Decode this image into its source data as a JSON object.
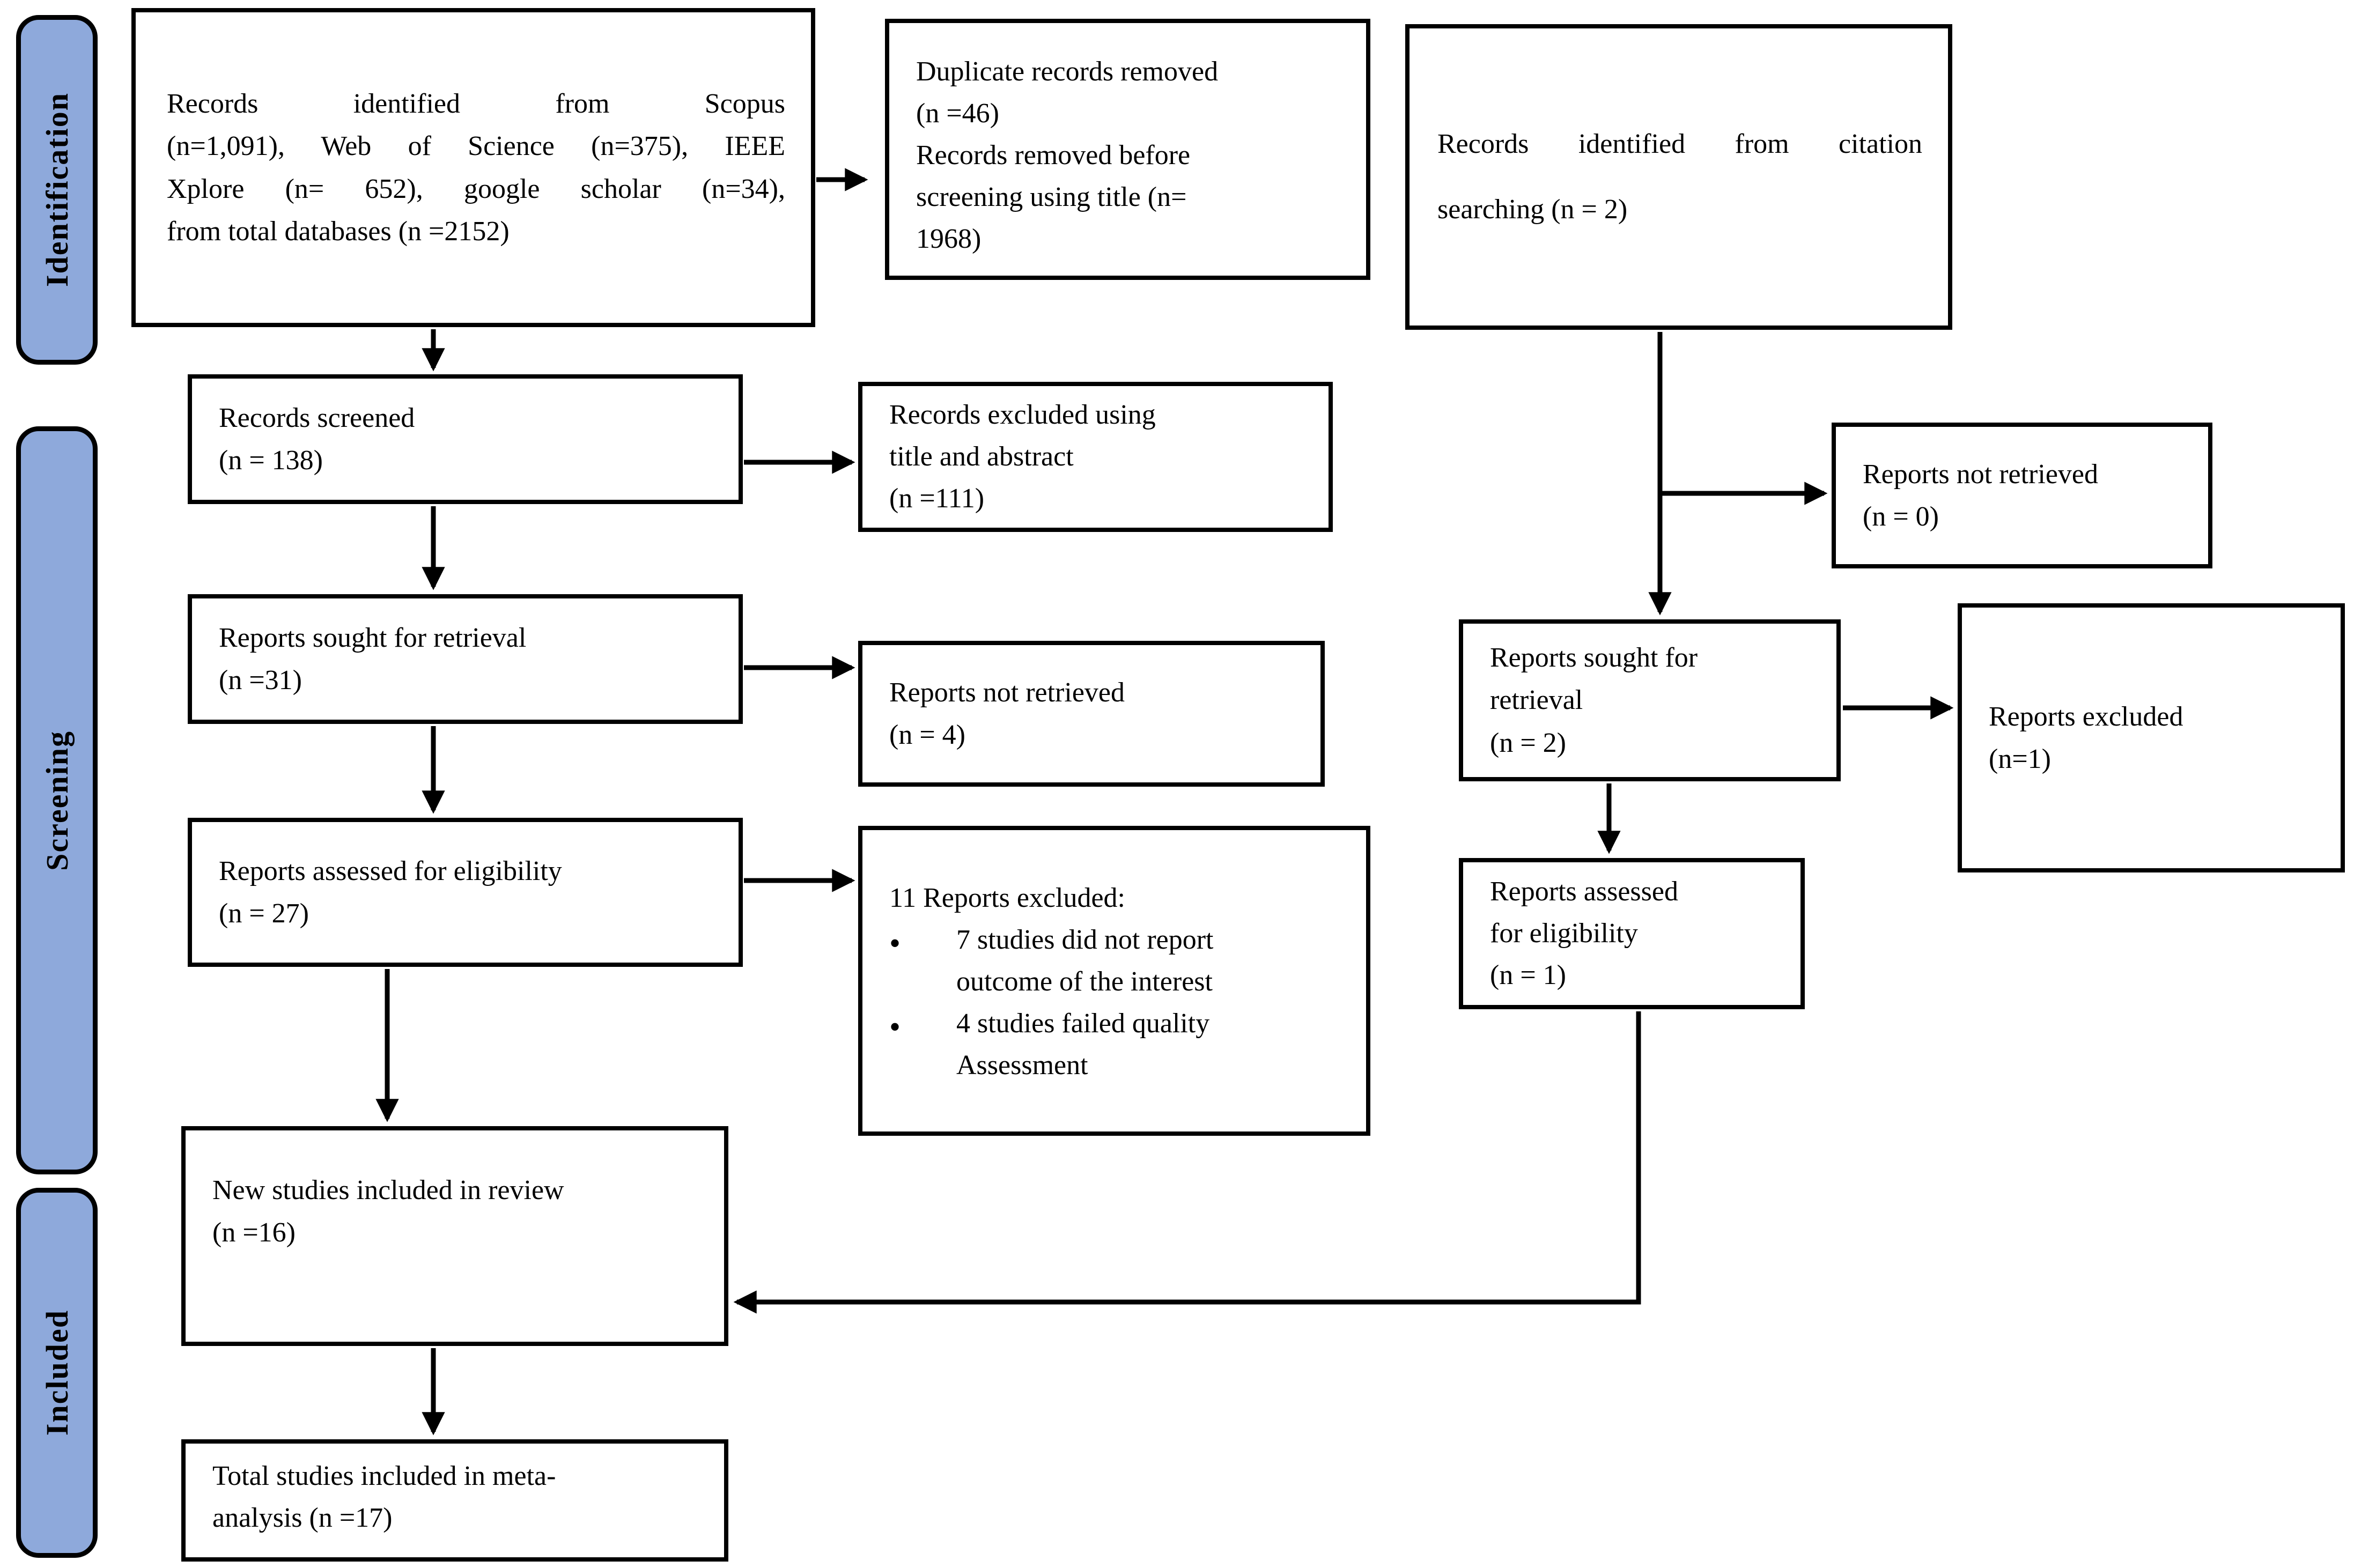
{
  "colors": {
    "stage_fill": "#8EA9DB",
    "box_border": "#000000",
    "line": "#000000",
    "background": "#FFFFFF"
  },
  "stages": {
    "identification": "Identification",
    "screening": "Screening",
    "included": "Included"
  },
  "boxes": {
    "records_identified": {
      "lines": [
        "Records identified from Scopus",
        "(n=1,091), Web of Science (n=375), IEEE",
        "Xplore (n= 652), google scholar (n=34),",
        "from total databases (n =2152)"
      ]
    },
    "duplicates_removed": {
      "lines": [
        "Duplicate records removed",
        "(n =46)",
        "Records removed before",
        "screening using title (n=",
        "1968)"
      ]
    },
    "citation_identified": {
      "lines": [
        "Records identified from citation",
        "searching (n = 2)"
      ]
    },
    "records_screened": {
      "lines": [
        "Records screened",
        "(n = 138)"
      ]
    },
    "records_excluded": {
      "lines": [
        "Records excluded using",
        "title and abstract",
        "(n =111)"
      ]
    },
    "reports_sought": {
      "lines": [
        "Reports sought for retrieval",
        "(n =31)"
      ]
    },
    "reports_not_retrieved": {
      "lines": [
        "Reports not retrieved",
        "(n = 4)"
      ]
    },
    "reports_assessed": {
      "lines": [
        "Reports assessed for eligibility",
        "(n = 27)"
      ]
    },
    "reports_excluded_11": {
      "header": "11 Reports excluded:",
      "bullets": [
        {
          "lines": [
            "7 studies did not report",
            "outcome of the interest"
          ]
        },
        {
          "lines": [
            "4  studies failed quality",
            "Assessment"
          ]
        }
      ]
    },
    "new_studies": {
      "lines": [
        "New studies included in review",
        "(n =16)"
      ]
    },
    "total_studies": {
      "lines": [
        "Total studies included in meta-",
        "analysis (n =17)"
      ]
    },
    "citation_not_retrieved": {
      "lines": [
        "Reports not retrieved",
        "(n = 0)"
      ]
    },
    "citation_sought": {
      "lines": [
        "Reports sought for",
        "retrieval",
        "(n = 2)"
      ]
    },
    "citation_excluded": {
      "lines": [
        "Reports excluded",
        "(n=1)"
      ]
    },
    "citation_assessed": {
      "lines": [
        "Reports assessed",
        "for eligibility",
        "(n = 1)"
      ]
    }
  }
}
